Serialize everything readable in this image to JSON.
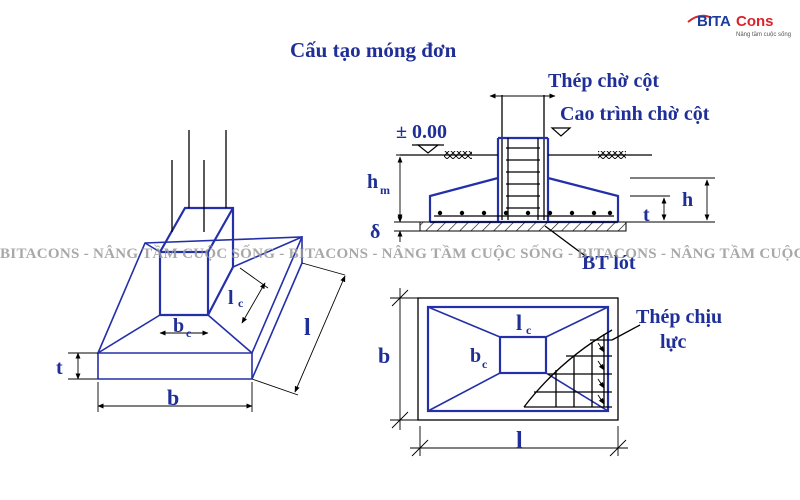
{
  "title": "Cấu tạo móng đơn",
  "logo": {
    "brand_a": "BITA",
    "brand_b": "Cons",
    "tagline": "Nâng tầm cuộc sống"
  },
  "watermark": "BITACONS - NÂNG TẦM CUỘC SỐNG - BITACONS - NÂNG TẦM CUỘC SỐNG - BITACONS - NÂNG TẦM CUỘC SỐNG",
  "labels": {
    "iso_bc": "b",
    "iso_bc_sub": "c",
    "iso_lc": "l",
    "iso_lc_sub": "c",
    "iso_l": "l",
    "iso_t": "t",
    "iso_b": "b",
    "thep_cho_cot": "Thép chờ cột",
    "cao_trinh_cho_cot": "Cao trình chờ cột",
    "level_000": "± 0.00",
    "hm": "h",
    "hm_sub": "m",
    "delta": "δ",
    "h": "h",
    "t": "t",
    "bt_lot": "BT lót",
    "plan_lc": "l",
    "plan_lc_sub": "c",
    "plan_bc": "b",
    "plan_bc_sub": "c",
    "plan_b": "b",
    "plan_l": "l",
    "thep_chiu": "Thép chịu",
    "luc": "lực"
  },
  "colors": {
    "line": "#2430a8",
    "text": "#1f2f97",
    "logo_blue": "#1e3c9a",
    "logo_red": "#d8242a"
  }
}
